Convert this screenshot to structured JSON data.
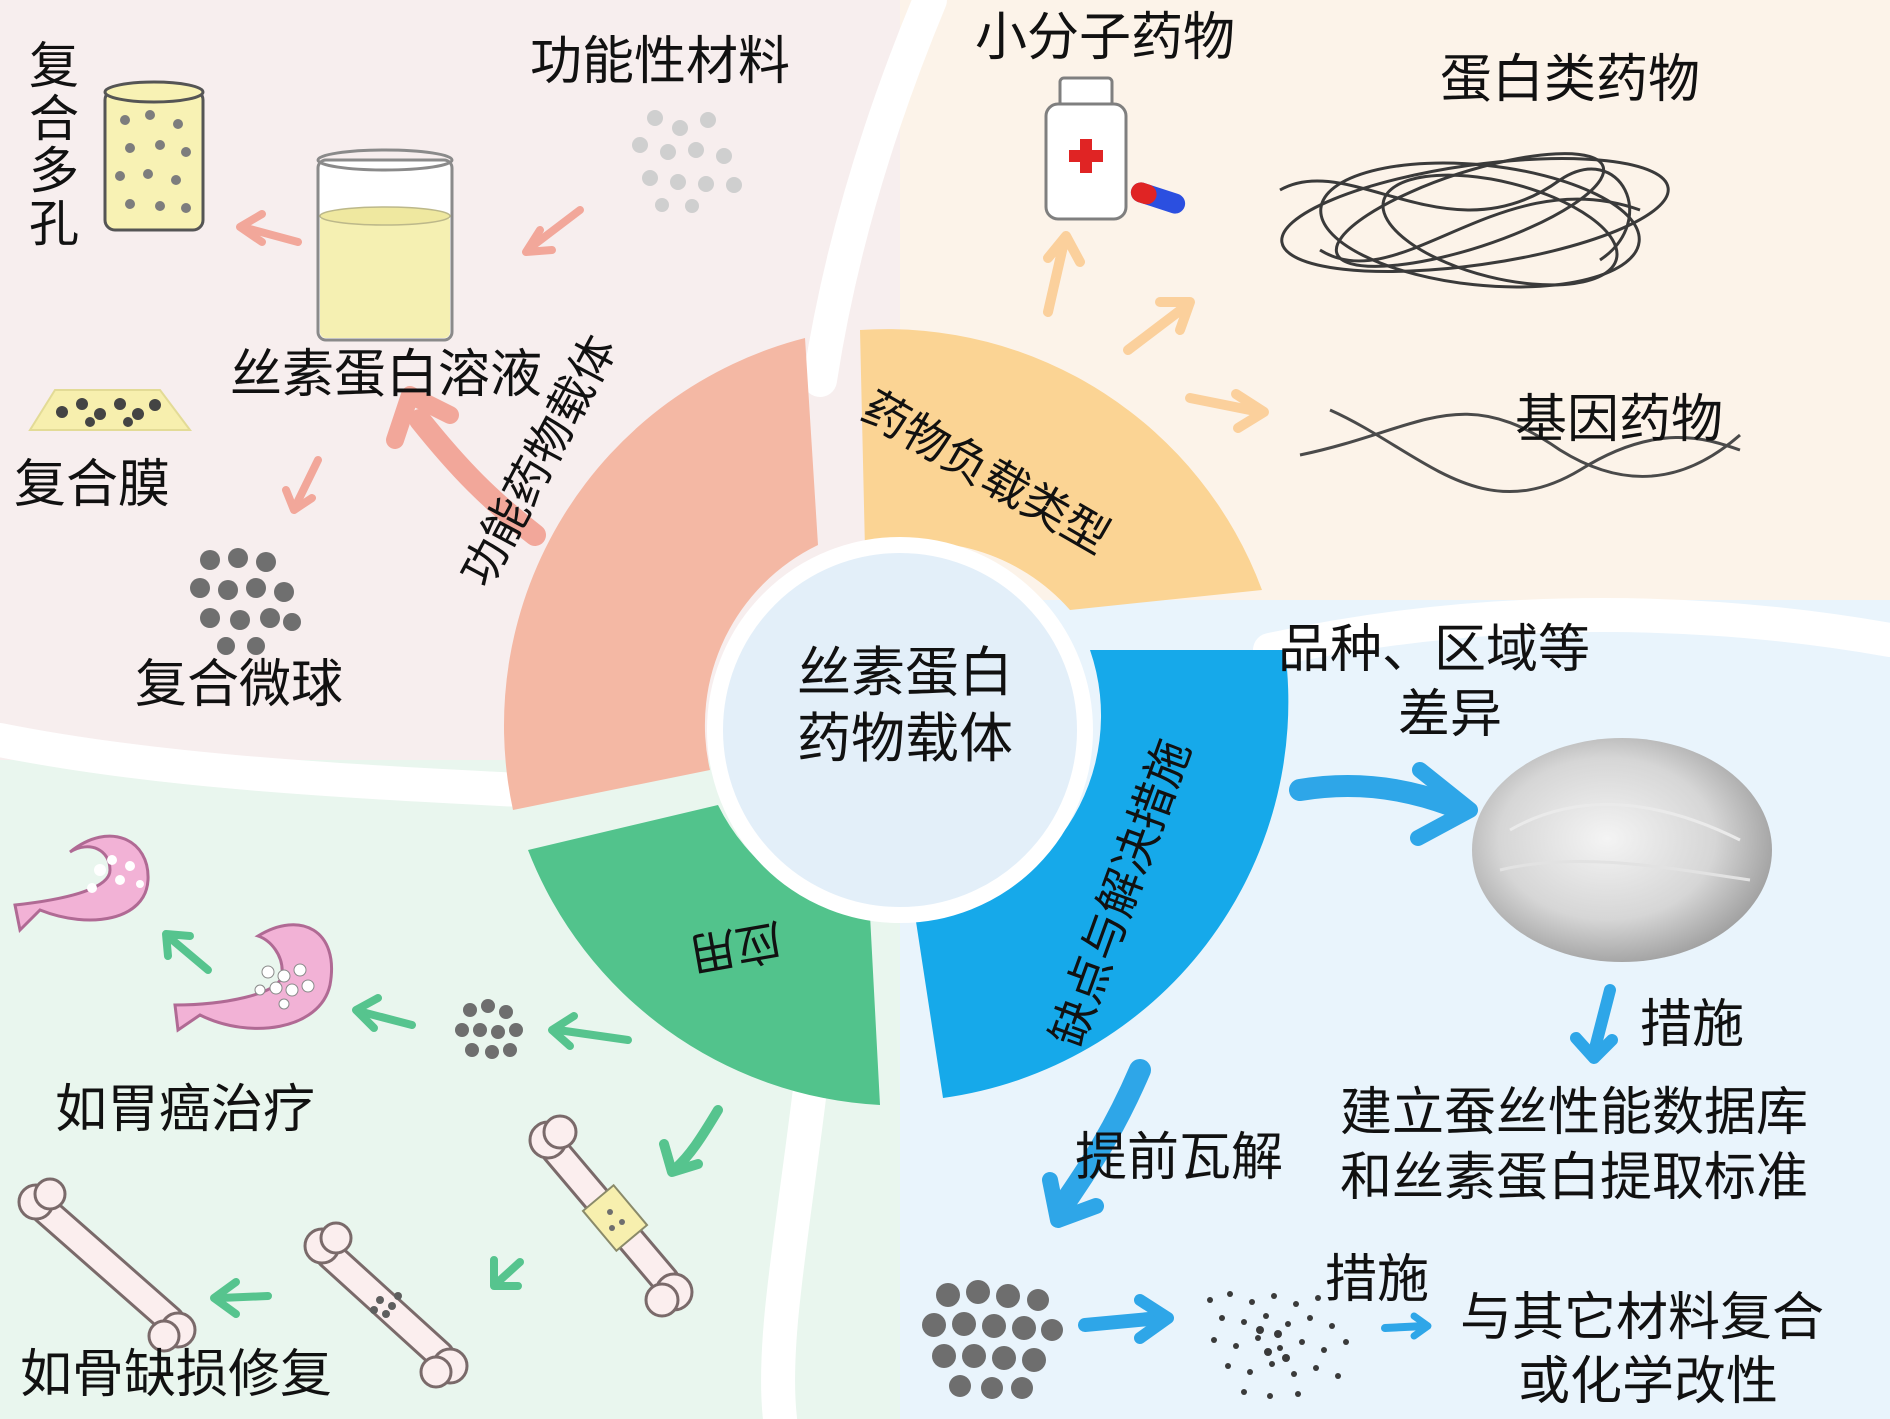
{
  "center": {
    "line1": "丝素蛋白",
    "line2": "药物载体"
  },
  "ring": {
    "carrier": "功能药物载体",
    "drug_types": "药物负载类型",
    "drawbacks": "缺点与解决措施",
    "application": "应用"
  },
  "carrier_quadrant": {
    "functional_material": "功能性材料",
    "composite_porous": "复合多孔",
    "silk_solution": "丝素蛋白溶液",
    "composite_film": "复合膜",
    "composite_microsphere": "复合微球"
  },
  "drug_quadrant": {
    "small_molecule": "小分子药物",
    "protein": "蛋白类药物",
    "gene": "基因药物"
  },
  "drawback_quadrant": {
    "variety_line1": "品种、区域等",
    "variety_line2": "差异",
    "measure1": "措施",
    "database_line1": "建立蚕丝性能数据库",
    "database_line2": "和丝素蛋白提取标准",
    "premature": "提前瓦解",
    "measure2": "措施",
    "composite_line1": "与其它材料复合",
    "composite_line2": "或化学改性"
  },
  "application_quadrant": {
    "gastric": "如胃癌治疗",
    "bone": "如骨缺损修复"
  },
  "colors": {
    "carrier_bg": "#f7eeee",
    "drug_bg": "#fcf3e9",
    "drawback_bg": "#e9f4fc",
    "application_bg": "#e9f6ee",
    "carrier_ring": "#f4b8a4",
    "drug_ring": "#fbd494",
    "drawback_ring": "#16a9ea",
    "application_ring": "#52c38c",
    "center": "#e3eff9"
  }
}
